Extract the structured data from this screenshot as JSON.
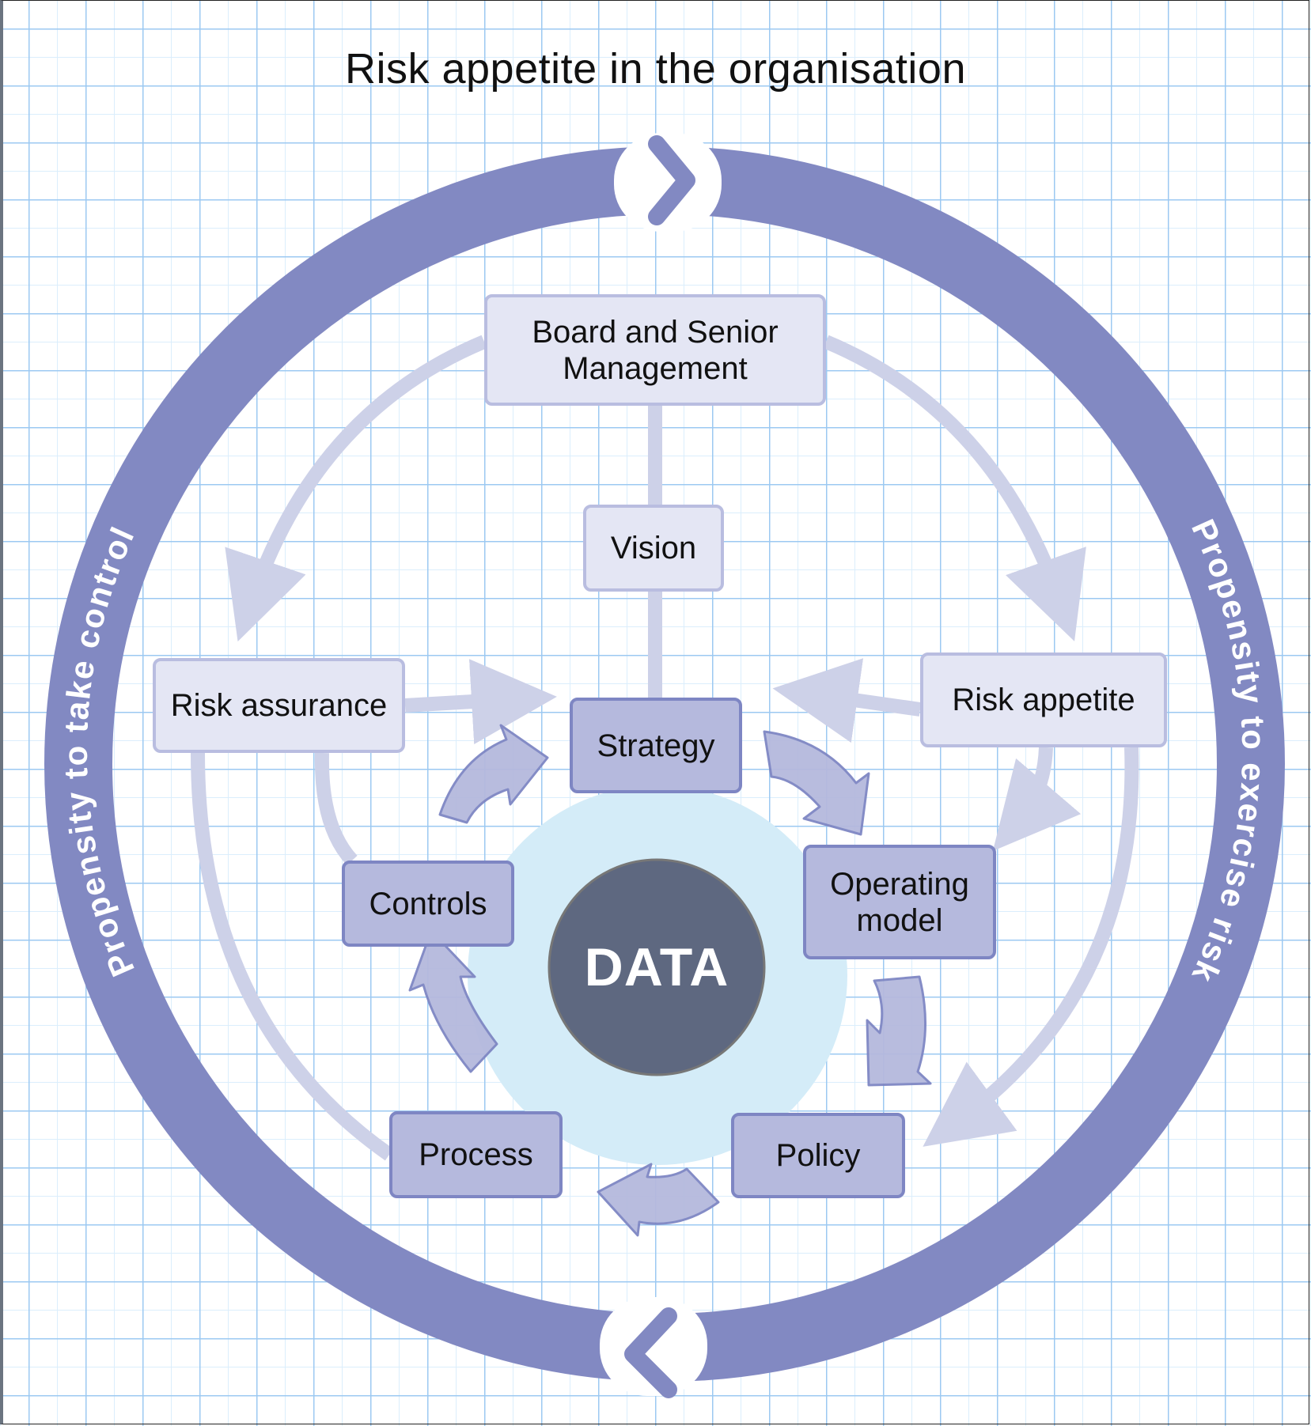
{
  "title": "Risk appetite in the organisation",
  "ring": {
    "left_label": "Propensity to take control",
    "right_label": "Propensity to exercise risk",
    "top_marker_icon": "chevron-right-icon",
    "bottom_marker_icon": "chevron-left-icon"
  },
  "nodes": {
    "board": "Board and Senior Management",
    "board_line1": "Board and Senior",
    "board_line2": "Management",
    "vision": "Vision",
    "risk_assurance": "Risk assurance",
    "risk_appetite": "Risk appetite",
    "strategy": "Strategy",
    "operating_model_line1": "Operating",
    "operating_model_line2": "model",
    "controls": "Controls",
    "process": "Process",
    "policy": "Policy",
    "data": "DATA"
  },
  "cycle_order": [
    "Strategy",
    "Operating model",
    "Policy",
    "Process",
    "Controls"
  ],
  "colors": {
    "ring": "#8289c2",
    "connector": "#cdd1e8",
    "light_box": "#e4e6f4",
    "dark_box": "#b5b9dd",
    "data_circle": "#5e6880",
    "data_halo": "#d4ecf8"
  }
}
